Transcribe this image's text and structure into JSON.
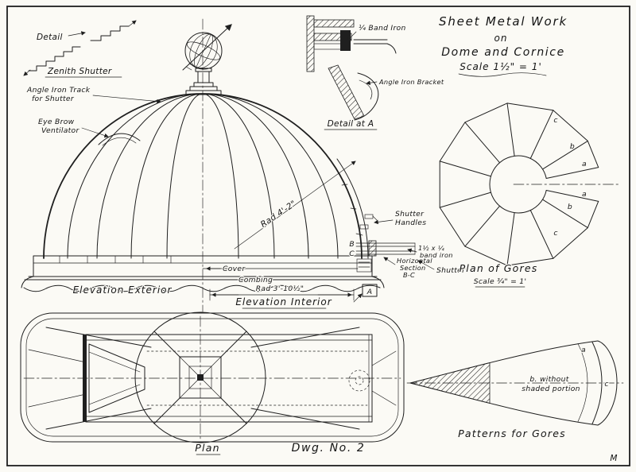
{
  "title_block": {
    "line1": "Sheet Metal Work",
    "line2": "on",
    "line3": "Dome and Cornice",
    "scale": "Scale 1½\" = 1'"
  },
  "zenith_detail": {
    "detail_label": "Detail",
    "title": "Zenith Shutter"
  },
  "detail_a": {
    "band_iron": "¼ Band Iron",
    "bracket": "Angle Iron Bracket",
    "title": "Detail at A"
  },
  "elevation": {
    "track_line1": "Angle Iron Track",
    "track_line2": "for Shutter",
    "eyebrow_line1": "Eye Brow",
    "eyebrow_line2": "Ventilator",
    "rad_outer": "Rad 4'-2\"",
    "handles_line1": "Shutter",
    "handles_line2": "Handles",
    "marker_b": "B",
    "marker_c": "C",
    "band_note_line1": "1½ x ¼",
    "band_note_line2": "band iron",
    "section_line1": "Horizontal",
    "section_line2": "Section",
    "section_line3": "B-C",
    "shutter": "Shutter",
    "cover": "Cover",
    "combing": "Combing",
    "rad_inner": "Rad 3'-10½\"",
    "caption_exterior": "Elevation Exterior",
    "caption_interior": "Elevation Interior",
    "marker_a": "A"
  },
  "gores_plan": {
    "title": "Plan of Gores",
    "scale": "Scale ¾\" = 1'",
    "label_c_top": "c",
    "label_b_top": "b",
    "label_a_top": "a",
    "label_a_bottom": "a",
    "label_b_bottom": "b",
    "label_c_bottom": "c"
  },
  "plan_view": {
    "caption": "Plan"
  },
  "gore_patterns": {
    "title": "Patterns for Gores",
    "label_a": "a",
    "note_line1": "b. without",
    "note_line2": "shaded portion",
    "label_c": "c"
  },
  "drawing_number": "Dwg. No. 2",
  "monogram": "M"
}
